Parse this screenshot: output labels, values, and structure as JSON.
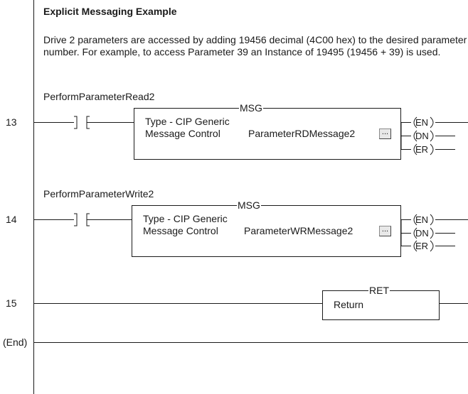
{
  "heading": "Explicit Messaging Example",
  "description": "Drive 2 parameters are accessed by adding 19456 decimal (4C00 hex) to the desired parameter number. For example, to access Parameter 39 an Instance of 19495 (19456 + 39) is used.",
  "rungs": [
    {
      "number": "13",
      "contact_label": "PerformParameterRead2",
      "instruction": "MSG",
      "line1": "Type - CIP Generic",
      "line2_label": "Message Control",
      "line2_value": "ParameterRDMessage2",
      "button": "...",
      "outputs": [
        "EN",
        "DN",
        "ER"
      ]
    },
    {
      "number": "14",
      "contact_label": "PerformParameterWrite2",
      "instruction": "MSG",
      "line1": "Type - CIP Generic",
      "line2_label": "Message Control",
      "line2_value": "ParameterWRMessage2",
      "button": "...",
      "outputs": [
        "EN",
        "DN",
        "ER"
      ]
    },
    {
      "number": "15",
      "instruction": "RET",
      "line1": "Return"
    }
  ],
  "end_label": "(End)"
}
